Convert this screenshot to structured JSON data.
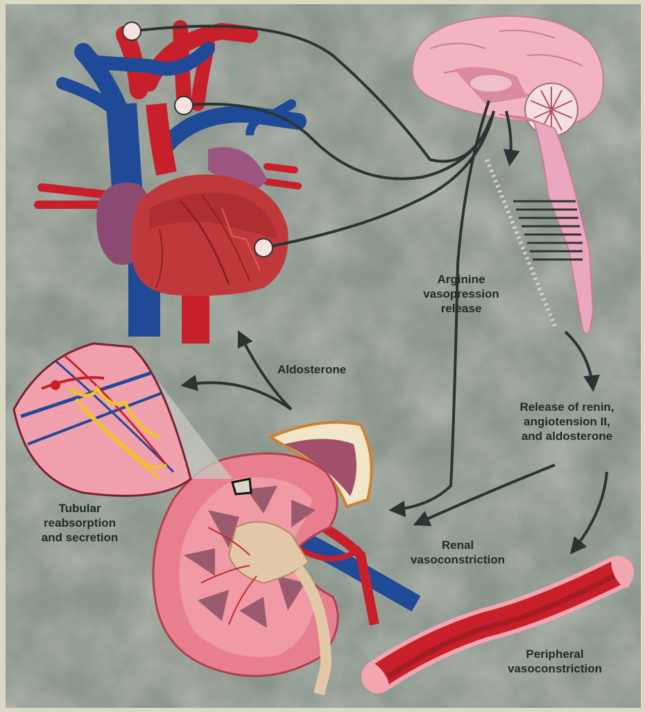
{
  "labels": {
    "arginine": [
      "Arginine",
      "vasopression",
      "release"
    ],
    "aldosterone": "Aldosterone",
    "renin": [
      "Release of renin,",
      "angiotension II,",
      "and aldosterone"
    ],
    "tubular": [
      "Tubular",
      "reabsorption",
      "and secretion"
    ],
    "renal": [
      "Renal",
      "vasoconstriction"
    ],
    "peripheral": [
      "Peripheral",
      "vasoconstriction"
    ]
  },
  "colors": {
    "background": "#8c958c",
    "frame": "#d9d8c4",
    "artery": "#c8202a",
    "vein": "#1f4a98",
    "heart_muscle": "#c0393a",
    "brain": "#f2b5c0",
    "kidney": "#e87f8e",
    "arrow": "#2a3432",
    "label_text": "#1f2a26"
  }
}
